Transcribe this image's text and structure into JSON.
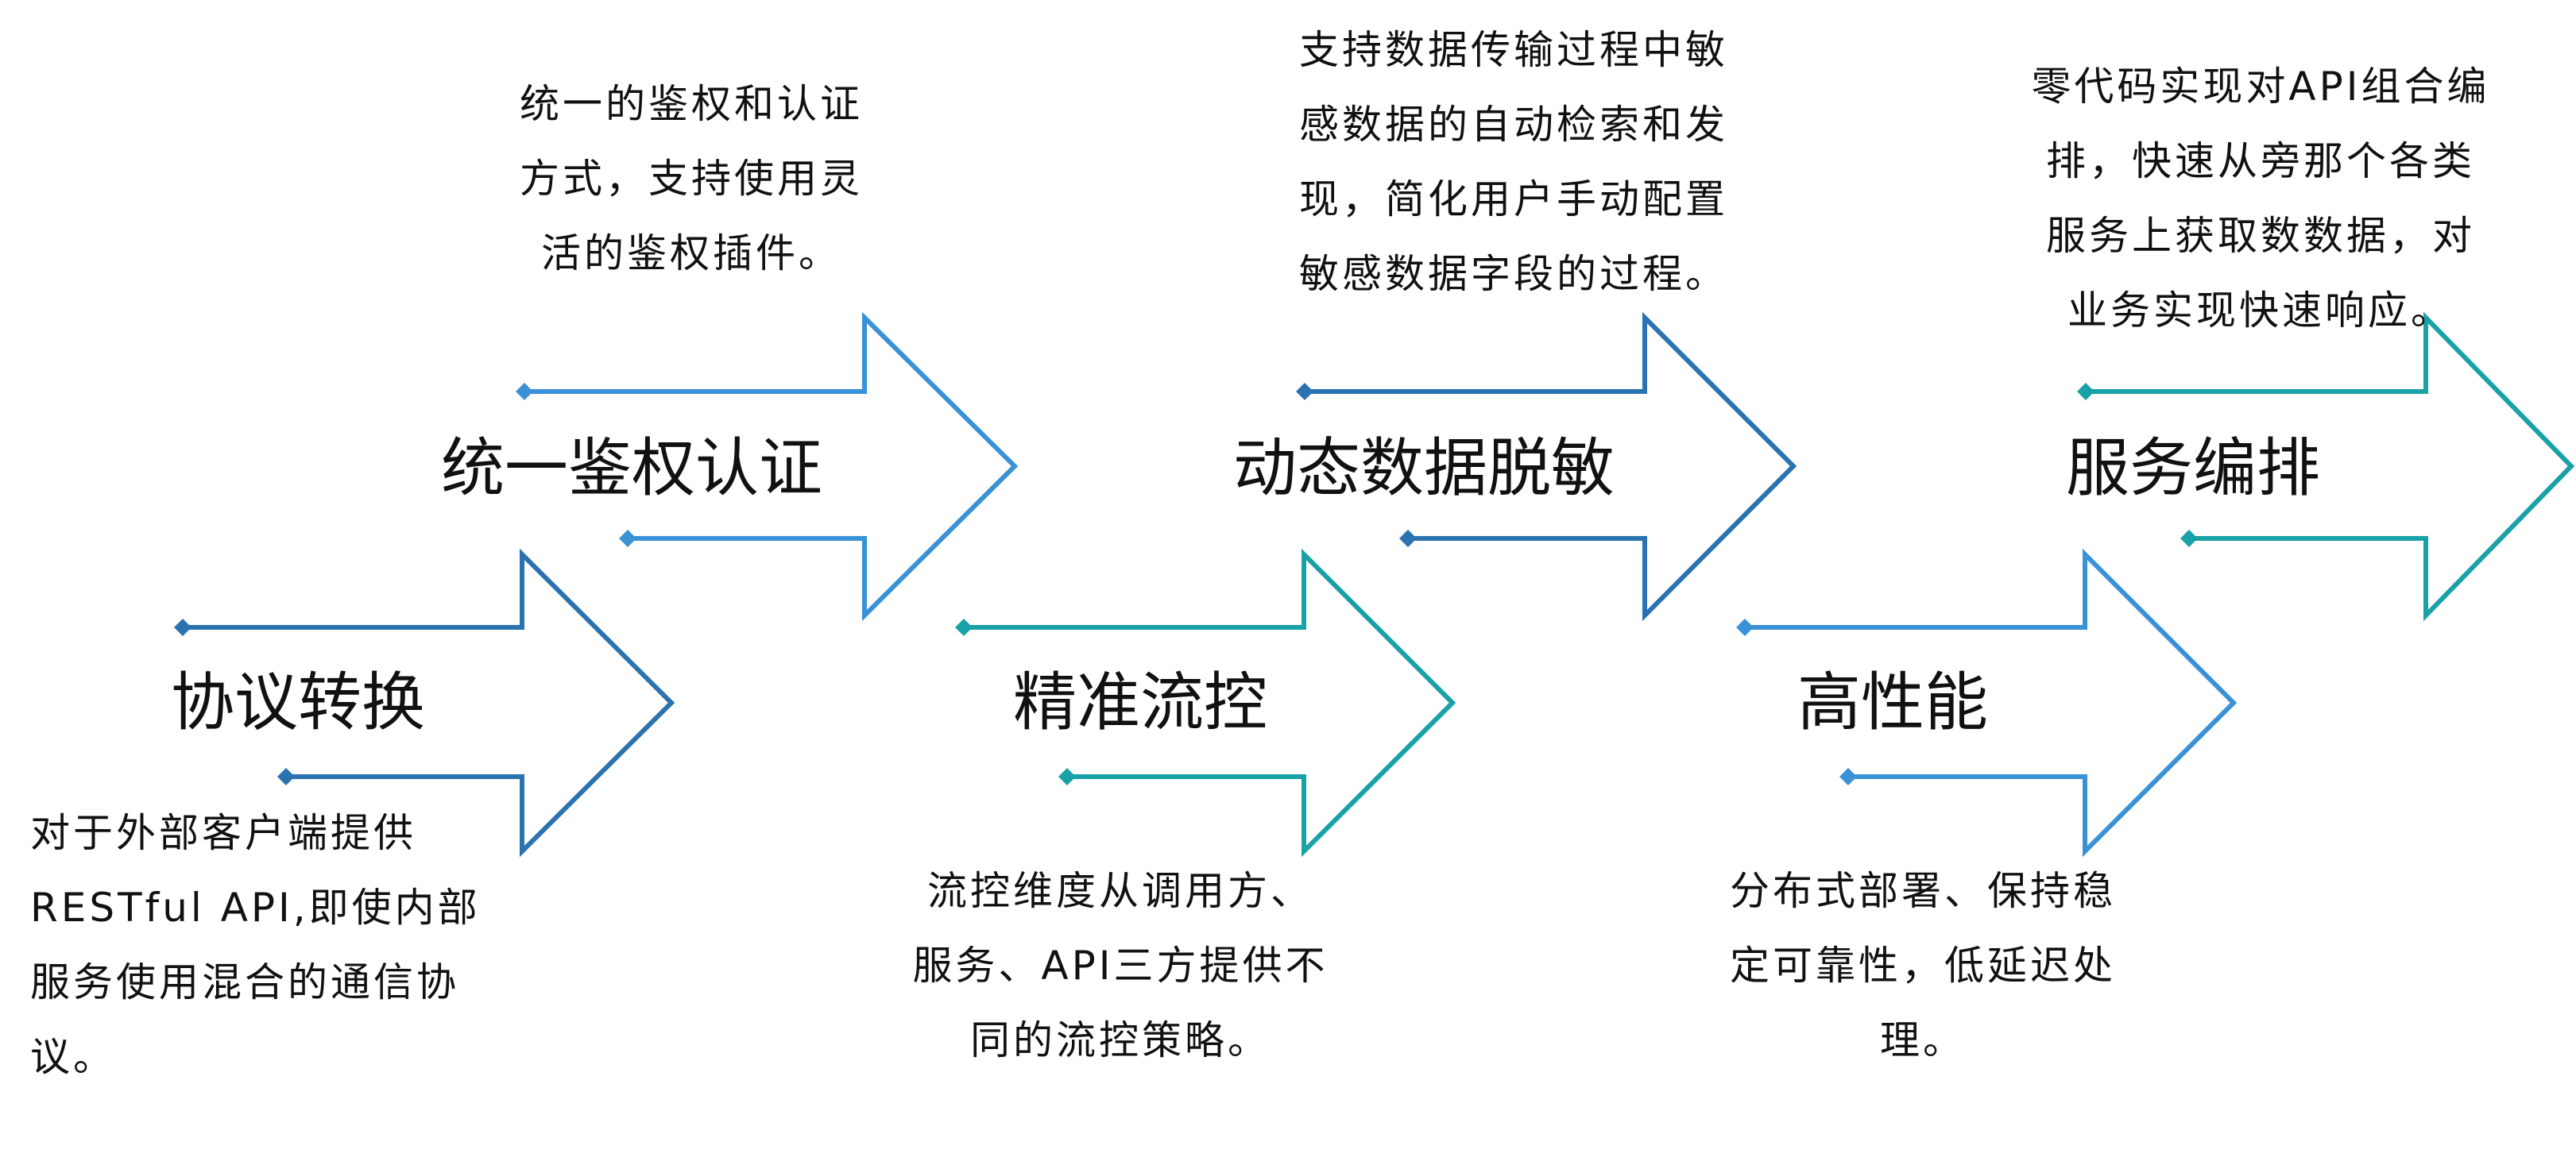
{
  "steps": [
    {
      "title": "协议转换",
      "color": "#2a73b0",
      "desc_lines": [
        "对于外部客户端提供",
        "RESTful API,即使内部",
        "服务使用混合的通信协",
        "议。"
      ]
    },
    {
      "title": "统一鉴权认证",
      "color": "#3a92d6",
      "desc_lines": [
        "统一的鉴权和认证",
        "方式，支持使用灵",
        "活的鉴权插件。"
      ]
    },
    {
      "title": "精准流控",
      "color": "#19a1a8",
      "desc_lines": [
        "流控维度从调用方、",
        "服务、API三方提供不",
        "同的流控策略。"
      ]
    },
    {
      "title": "动态数据脱敏",
      "color": "#2a73b0",
      "desc_lines": [
        "支持数据传输过程中敏",
        "感数据的自动检索和发",
        "现，简化用户手动配置",
        "敏感数据字段的过程。"
      ]
    },
    {
      "title": "高性能",
      "color": "#3a92d6",
      "desc_lines": [
        "分布式部署、保持稳",
        "定可靠性，低延迟处",
        "理。"
      ]
    },
    {
      "title": "服务编排",
      "color": "#19a1a8",
      "desc_lines": [
        "零代码实现对API组合编",
        "排，快速从旁那个各类",
        "服务上获取数数据，对",
        "业务实现快速响应。"
      ]
    }
  ]
}
